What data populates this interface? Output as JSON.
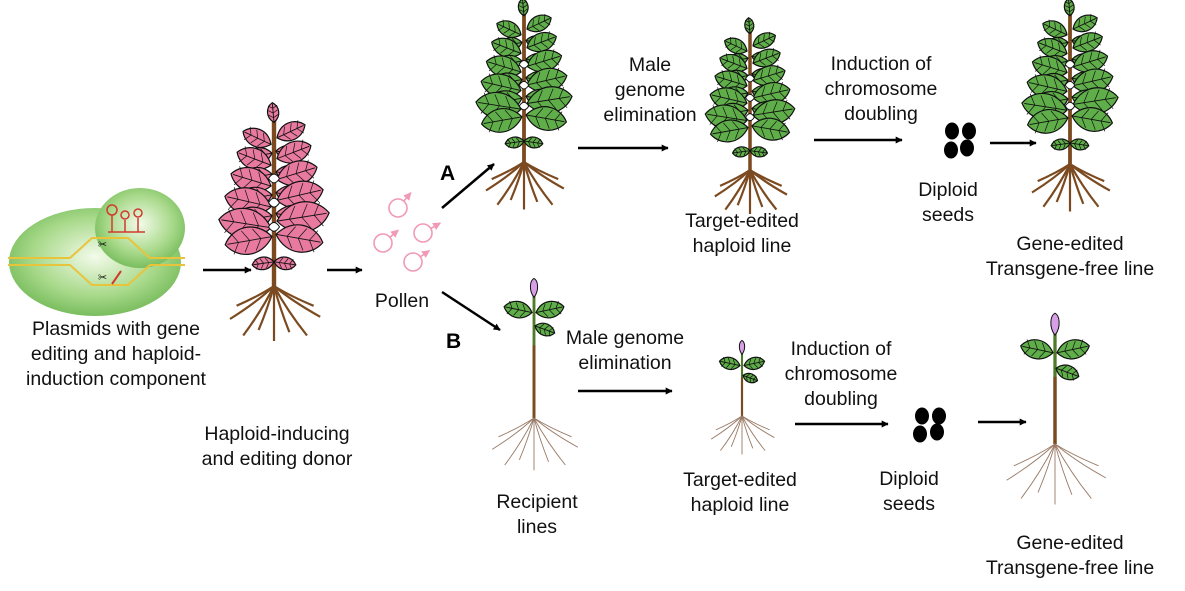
{
  "labels": {
    "plasmid": "Plasmids with gene\nediting and haploid-\ninduction component",
    "donor": "Haploid-inducing\nand editing donor",
    "pollen": "Pollen",
    "recipient": "Recipient\nlines",
    "path_a": {
      "letter": "A",
      "elimination": "Male\ngenome\nelimination",
      "haploid": "Target-edited\nhaploid line",
      "induction": "Induction of\nchromosome\ndoubling",
      "seeds": "Diploid\nseeds",
      "final": "Gene-edited\nTransgene-free line"
    },
    "path_b": {
      "letter": "B",
      "elimination": "Male genome\nelimination",
      "haploid": "Target-edited\nhaploid line",
      "induction": "Induction of\nchromosome\ndoubling",
      "seeds": "Diploid\nseeds",
      "final": "Gene-edited\nTransgene-free line"
    }
  },
  "colors": {
    "pink_leaf": "#e8799f",
    "green_leaf": "#5fae49",
    "stem": "#7c4a20",
    "pollen": "#f09ab6",
    "cell": "#8fcf6e",
    "flower": "#d7a0e6"
  }
}
